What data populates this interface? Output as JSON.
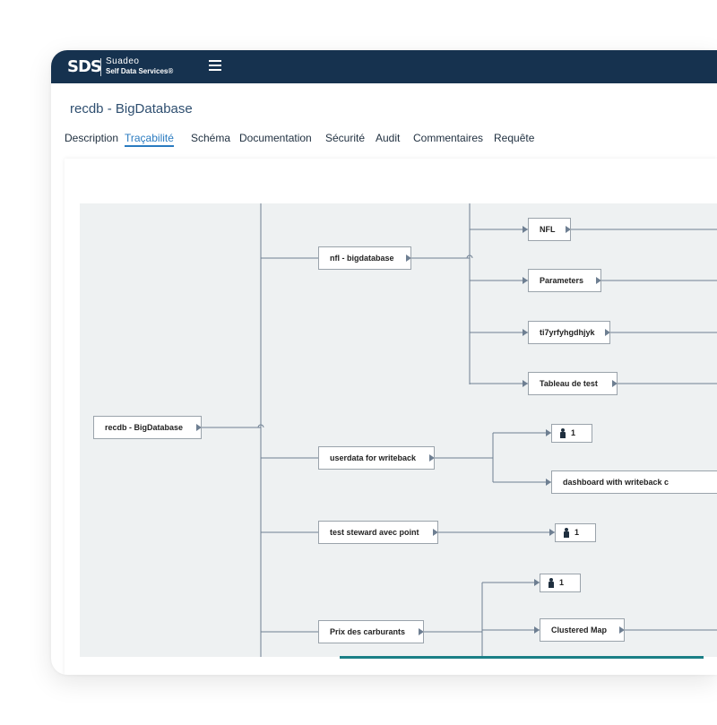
{
  "app": {
    "logo_mark": "SDS",
    "logo_name": "Suadeo",
    "logo_tagline": "Self Data Services®",
    "header_color": "#16324f"
  },
  "page": {
    "title": "recdb - BigDatabase"
  },
  "tabs": [
    {
      "label": "Description"
    },
    {
      "label": "Traçabilité",
      "active": true
    },
    {
      "label": "Schéma"
    },
    {
      "label": "Documentation"
    },
    {
      "label": "Sécurité"
    },
    {
      "label": "Audit"
    },
    {
      "label": "Commentaires"
    },
    {
      "label": "Requête"
    }
  ],
  "lineage": {
    "root": "recdb - BigDatabase",
    "level1": [
      {
        "label": "nfl - bigdatabase"
      },
      {
        "label": "userdata for writeback"
      },
      {
        "label": "test steward avec point"
      },
      {
        "label": "Prix des carburants"
      }
    ],
    "level2": [
      {
        "label": "NFL"
      },
      {
        "label": "Parameters"
      },
      {
        "label": "ti7yrfyhgdhjyk"
      },
      {
        "label": "Tableau de test"
      },
      {
        "label": "1",
        "icon": "person-icon"
      },
      {
        "label": "dashboard with writeback c"
      },
      {
        "label": "1",
        "icon": "person-icon"
      },
      {
        "label": "1",
        "icon": "person-icon"
      },
      {
        "label": "Clustered Map"
      }
    ]
  },
  "colors": {
    "accent": "#2a7bc0",
    "scroll_accent": "#1b7f86",
    "edge": "#6e7f92"
  }
}
